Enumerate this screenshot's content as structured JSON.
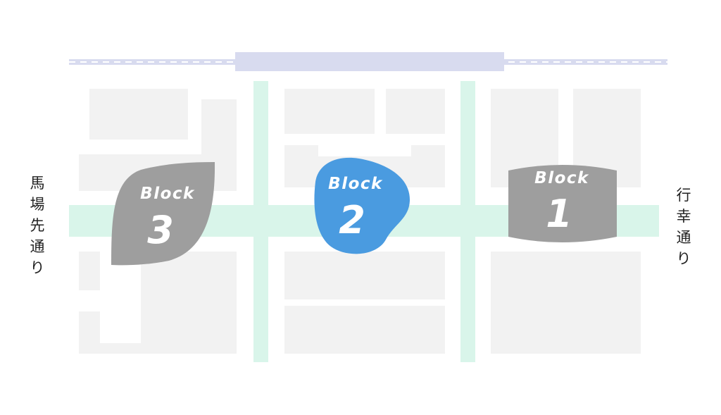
{
  "streets": {
    "left": "馬場先通り",
    "right": "行幸通り"
  },
  "blocks": [
    {
      "word": "Block",
      "number": "3",
      "color": "#9e9e9e"
    },
    {
      "word": "Block",
      "number": "2",
      "color": "#4a9be0"
    },
    {
      "word": "Block",
      "number": "1",
      "color": "#9e9e9e"
    }
  ],
  "colors": {
    "road": "#d9f5ea",
    "building": "#f2f2f2",
    "rail": "#d8dbef",
    "highlight": "#4a9be0",
    "block_gray": "#9e9e9e"
  }
}
